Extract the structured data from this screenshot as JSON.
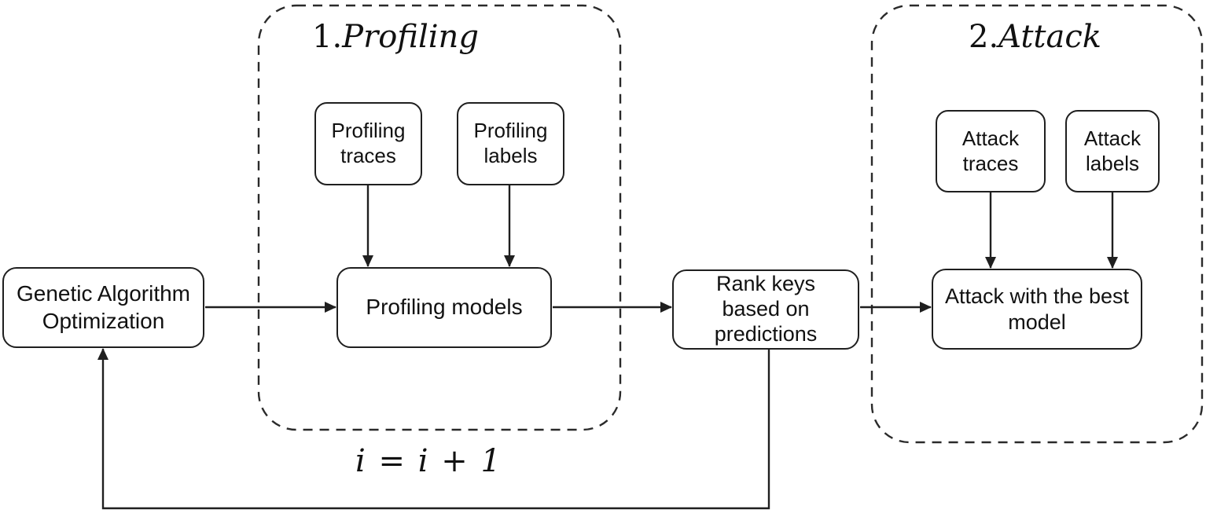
{
  "groups": {
    "profiling": {
      "number": "1.",
      "name": "Profiling"
    },
    "attack": {
      "number": "2.",
      "name": "Attack"
    }
  },
  "nodes": {
    "genetic_algorithm": {
      "label": "Genetic Algorithm\nOptimization"
    },
    "profiling_traces": {
      "label": "Profiling\ntraces"
    },
    "profiling_labels": {
      "label": "Profiling\nlabels"
    },
    "profiling_models": {
      "label": "Profiling models"
    },
    "rank_keys": {
      "label": "Rank keys\nbased on\npredictions"
    },
    "attack_traces": {
      "label": "Attack\ntraces"
    },
    "attack_labels": {
      "label": "Attack\nlabels"
    },
    "attack_model": {
      "label": "Attack with the best\nmodel"
    }
  },
  "equation": {
    "text": "i = i + 1"
  },
  "colors": {
    "stroke": "#1f1f1f",
    "background": "#ffffff"
  }
}
